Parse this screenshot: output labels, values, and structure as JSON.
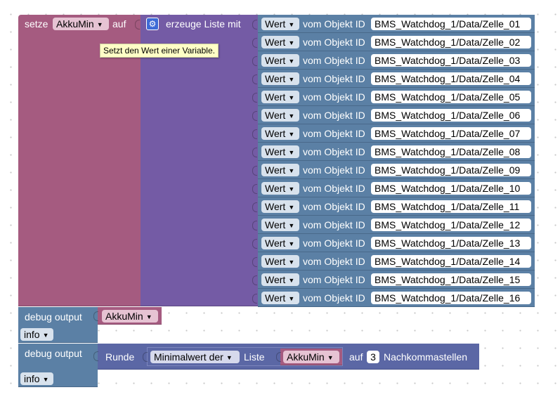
{
  "set_block": {
    "prefix": "setze",
    "variable": "AkkuMin",
    "suffix": "auf",
    "tooltip": "Setzt den Wert einer Variable."
  },
  "list_block": {
    "label": "erzeuge Liste mit",
    "gear_icon": "gear-icon"
  },
  "rows": {
    "attr_label": "Wert",
    "object_label": "vom Objekt ID",
    "ids": [
      "BMS_Watchdog_1/Data/Zelle_01",
      "BMS_Watchdog_1/Data/Zelle_02",
      "BMS_Watchdog_1/Data/Zelle_03",
      "BMS_Watchdog_1/Data/Zelle_04",
      "BMS_Watchdog_1/Data/Zelle_05",
      "BMS_Watchdog_1/Data/Zelle_06",
      "BMS_Watchdog_1/Data/Zelle_07",
      "BMS_Watchdog_1/Data/Zelle_08",
      "BMS_Watchdog_1/Data/Zelle_09",
      "BMS_Watchdog_1/Data/Zelle_10",
      "BMS_Watchdog_1/Data/Zelle_11",
      "BMS_Watchdog_1/Data/Zelle_12",
      "BMS_Watchdog_1/Data/Zelle_13",
      "BMS_Watchdog_1/Data/Zelle_14",
      "BMS_Watchdog_1/Data/Zelle_15",
      "BMS_Watchdog_1/Data/Zelle_16"
    ]
  },
  "debug1": {
    "label": "debug output",
    "variable": "AkkuMin",
    "level": "info"
  },
  "debug2": {
    "label": "debug output",
    "level": "info",
    "round_label": "Runde",
    "func": "Minimalwert der",
    "list_label": "Liste",
    "variable": "AkkuMin",
    "auf_label": "auf",
    "decimals": "3",
    "decimals_label": "Nachkommastellen"
  },
  "colors": {
    "variables": "#a55b80",
    "lists": "#745ba5",
    "objects": "#5b80a5",
    "debug": "#5b80a5",
    "math": "#5b67a5"
  }
}
